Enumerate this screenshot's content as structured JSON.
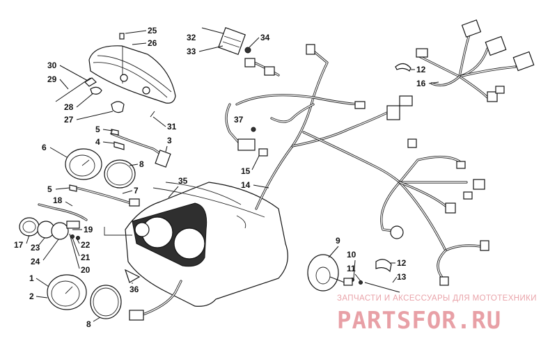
{
  "callouts": [
    "25",
    "26",
    "30",
    "29",
    "28",
    "27",
    "31",
    "3",
    "5",
    "4",
    "6",
    "8",
    "7",
    "5",
    "18",
    "19",
    "17",
    "23",
    "24",
    "22",
    "21",
    "20",
    "1",
    "2",
    "8",
    "36",
    "35",
    "32",
    "33",
    "34",
    "37",
    "15",
    "14",
    "12",
    "16",
    "9",
    "10",
    "11",
    "12",
    "13"
  ],
  "watermark": {
    "tagline": "ЗАПЧАСТИ И АКСЕССУАРЫ ДЛЯ МОТОТЕХНИКИ",
    "brand": "PARTSFOR.RU",
    "color": "#e8a0a6"
  }
}
